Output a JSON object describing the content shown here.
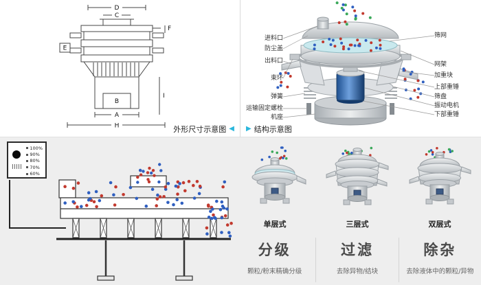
{
  "colors": {
    "accent_cyan": "#2bb7dc",
    "particle_red": "#c2392e",
    "particle_blue": "#2f5fc0",
    "particle_green": "#3aa85a",
    "bottom_background": "#eeeeee"
  },
  "top": {
    "left_caption": "外形尺寸示意图",
    "right_caption": "结构示意图",
    "left_marker": "◀",
    "right_marker": "▶"
  },
  "dimension_diagram": {
    "labels": {
      "d": "D",
      "c": "C",
      "f": "F",
      "e": "E",
      "b": "B",
      "i": "I",
      "a": "A",
      "h": "H"
    }
  },
  "structure_diagram": {
    "left_labels": [
      "进料口",
      "防尘盖",
      "出料口",
      "束环",
      "弹簧",
      "运输固定螺栓",
      "机座"
    ],
    "right_labels": [
      "筛网",
      "网架",
      "加重块",
      "上部重锤",
      "筛盘",
      "振动电机",
      "下部重锤"
    ]
  },
  "control_panel": {
    "levels": [
      "100%",
      "90%",
      "80%",
      "70%",
      "60%"
    ]
  },
  "machine_types": [
    {
      "label": "单层式"
    },
    {
      "label": "三层式"
    },
    {
      "label": "双层式"
    }
  ],
  "functions": [
    {
      "title": "分级",
      "desc": "颗粒/粉末精确分级"
    },
    {
      "title": "过滤",
      "desc": "去除异物/结块"
    },
    {
      "title": "除杂",
      "desc": "去除液体中的颗粒/异物"
    }
  ]
}
